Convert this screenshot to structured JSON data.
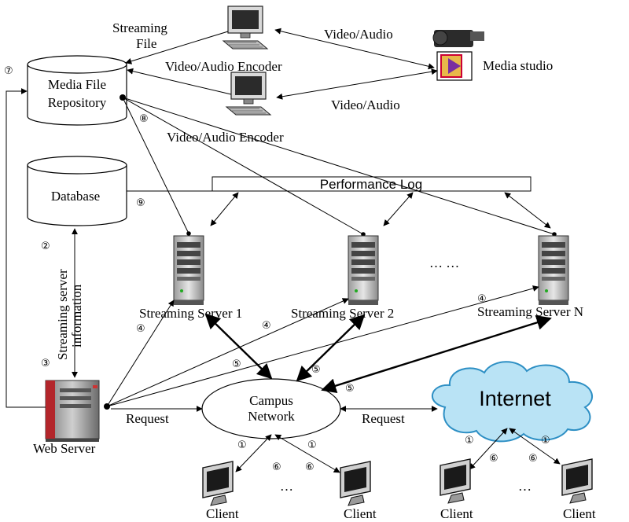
{
  "nodes": {
    "repository": "Media File Repository",
    "repository_lines": [
      "Media File",
      "Repository"
    ],
    "database": "Database",
    "performance_log": "Performance Log",
    "web_server": "Web Server",
    "campus_network_lines": [
      "Campus",
      "Network"
    ],
    "internet": "Internet",
    "media_studio": "Media studio",
    "servers": [
      "Streaming  Server 1",
      "Streaming  Server 2",
      "Streaming  Server N"
    ],
    "ellipsis_servers": "… …",
    "client": "Client",
    "ellipsis_clients": "…"
  },
  "labels": {
    "streaming_file_lines": [
      "Streaming",
      "File"
    ],
    "encoder": "Video/Audio Encoder",
    "video_audio": "Video/Audio",
    "streaming_server_info_lines": [
      "Streaming server",
      "information"
    ],
    "request": "Request"
  },
  "steps": {
    "s1": "①",
    "s2": "②",
    "s3": "③",
    "s4": "④",
    "s5": "⑤",
    "s6": "⑥",
    "s7": "⑦",
    "s8": "⑧",
    "s9": "⑨"
  },
  "colors": {
    "line": "#000000",
    "cloud": "#b9e3f5",
    "web_server": "#c0392b"
  }
}
